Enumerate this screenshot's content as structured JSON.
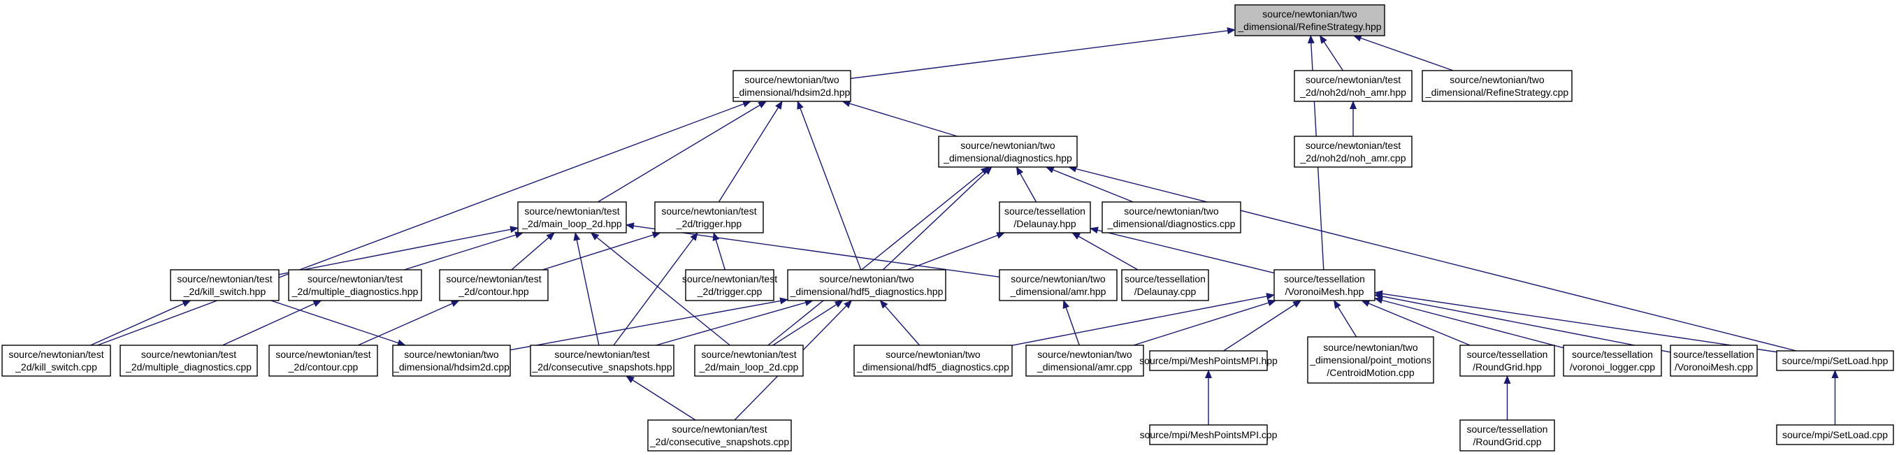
{
  "nodes": [
    {
      "id": "refinestrategy_hpp",
      "lines": [
        "source/newtonian/two",
        "_dimensional/RefineStrategy.hpp"
      ],
      "root": true
    },
    {
      "id": "hdsim2d_hpp",
      "lines": [
        "source/newtonian/two",
        "_dimensional/hdsim2d.hpp"
      ]
    },
    {
      "id": "noh_amr_hpp",
      "lines": [
        "source/newtonian/test",
        "_2d/noh2d/noh_amr.hpp"
      ]
    },
    {
      "id": "refinestrategy_cpp",
      "lines": [
        "source/newtonian/two",
        "_dimensional/RefineStrategy.cpp"
      ]
    },
    {
      "id": "noh_amr_cpp",
      "lines": [
        "source/newtonian/test",
        "_2d/noh2d/noh_amr.cpp"
      ]
    },
    {
      "id": "diagnostics_hpp",
      "lines": [
        "source/newtonian/two",
        "_dimensional/diagnostics.hpp"
      ]
    },
    {
      "id": "main_loop_2d_hpp",
      "lines": [
        "source/newtonian/test",
        "_2d/main_loop_2d.hpp"
      ]
    },
    {
      "id": "trigger_hpp",
      "lines": [
        "source/newtonian/test",
        "_2d/trigger.hpp"
      ]
    },
    {
      "id": "delaunay_hpp",
      "lines": [
        "source/tessellation",
        "/Delaunay.hpp"
      ]
    },
    {
      "id": "diagnostics_cpp",
      "lines": [
        "source/newtonian/two",
        "_dimensional/diagnostics.cpp"
      ]
    },
    {
      "id": "kill_switch_hpp",
      "lines": [
        "source/newtonian/test",
        "_2d/kill_switch.hpp"
      ]
    },
    {
      "id": "multiple_diagnostics_hpp",
      "lines": [
        "source/newtonian/test",
        "_2d/multiple_diagnostics.hpp"
      ]
    },
    {
      "id": "contour_hpp",
      "lines": [
        "source/newtonian/test",
        "_2d/contour.hpp"
      ]
    },
    {
      "id": "trigger_cpp",
      "lines": [
        "source/newtonian/test",
        "_2d/trigger.cpp"
      ]
    },
    {
      "id": "hdf5_diagnostics_hpp",
      "lines": [
        "source/newtonian/two",
        "_dimensional/hdf5_diagnostics.hpp"
      ]
    },
    {
      "id": "amr_hpp",
      "lines": [
        "source/newtonian/two",
        "_dimensional/amr.hpp"
      ]
    },
    {
      "id": "delaunay_cpp",
      "lines": [
        "source/tessellation",
        "/Delaunay.cpp"
      ]
    },
    {
      "id": "voronoimesh_hpp",
      "lines": [
        "source/tessellation",
        "/VoronoiMesh.hpp"
      ]
    },
    {
      "id": "kill_switch_cpp",
      "lines": [
        "source/newtonian/test",
        "_2d/kill_switch.cpp"
      ]
    },
    {
      "id": "multiple_diagnostics_cpp",
      "lines": [
        "source/newtonian/test",
        "_2d/multiple_diagnostics.cpp"
      ]
    },
    {
      "id": "contour_cpp",
      "lines": [
        "source/newtonian/test",
        "_2d/contour.cpp"
      ]
    },
    {
      "id": "hdsim2d_cpp",
      "lines": [
        "source/newtonian/two",
        "_dimensional/hdsim2d.cpp"
      ]
    },
    {
      "id": "consecutive_snapshots_hpp",
      "lines": [
        "source/newtonian/test",
        "_2d/consecutive_snapshots.hpp"
      ]
    },
    {
      "id": "main_loop_2d_cpp",
      "lines": [
        "source/newtonian/test",
        "_2d/main_loop_2d.cpp"
      ]
    },
    {
      "id": "hdf5_diagnostics_cpp",
      "lines": [
        "source/newtonian/two",
        "_dimensional/hdf5_diagnostics.cpp"
      ]
    },
    {
      "id": "amr_cpp",
      "lines": [
        "source/newtonian/two",
        "_dimensional/amr.cpp"
      ]
    },
    {
      "id": "meshpointsmpi_hpp",
      "lines": [
        "source/mpi/MeshPointsMPI.hpp"
      ]
    },
    {
      "id": "centroidmotion_cpp",
      "lines": [
        "source/newtonian/two",
        "_dimensional/point_motions",
        "/CentroidMotion.cpp"
      ]
    },
    {
      "id": "roundgrid_hpp",
      "lines": [
        "source/tessellation",
        "/RoundGrid.hpp"
      ]
    },
    {
      "id": "voronoi_logger_cpp",
      "lines": [
        "source/tessellation",
        "/voronoi_logger.cpp"
      ]
    },
    {
      "id": "voronoimesh_cpp",
      "lines": [
        "source/tessellation",
        "/VoronoiMesh.cpp"
      ]
    },
    {
      "id": "setload_hpp",
      "lines": [
        "source/mpi/SetLoad.hpp"
      ]
    },
    {
      "id": "consecutive_snapshots_cpp",
      "lines": [
        "source/newtonian/test",
        "_2d/consecutive_snapshots.cpp"
      ]
    },
    {
      "id": "meshpointsmpi_cpp",
      "lines": [
        "source/mpi/MeshPointsMPI.cpp"
      ]
    },
    {
      "id": "roundgrid_cpp",
      "lines": [
        "source/tessellation",
        "/RoundGrid.cpp"
      ]
    },
    {
      "id": "setload_cpp",
      "lines": [
        "source/mpi/SetLoad.cpp"
      ]
    }
  ],
  "edges": [
    [
      "refinestrategy_hpp",
      "hdsim2d_hpp"
    ],
    [
      "refinestrategy_hpp",
      "noh_amr_hpp"
    ],
    [
      "refinestrategy_hpp",
      "refinestrategy_cpp"
    ],
    [
      "refinestrategy_hpp",
      "voronoimesh_hpp"
    ],
    [
      "noh_amr_hpp",
      "noh_amr_cpp"
    ],
    [
      "hdsim2d_hpp",
      "diagnostics_hpp"
    ],
    [
      "hdsim2d_hpp",
      "main_loop_2d_hpp"
    ],
    [
      "hdsim2d_hpp",
      "trigger_hpp"
    ],
    [
      "hdsim2d_hpp",
      "hdf5_diagnostics_hpp"
    ],
    [
      "hdsim2d_hpp",
      "kill_switch_cpp"
    ],
    [
      "diagnostics_hpp",
      "delaunay_hpp"
    ],
    [
      "diagnostics_hpp",
      "diagnostics_cpp"
    ],
    [
      "diagnostics_hpp",
      "hdf5_diagnostics_hpp"
    ],
    [
      "diagnostics_hpp",
      "main_loop_2d_cpp"
    ],
    [
      "diagnostics_hpp",
      "setload_hpp"
    ],
    [
      "main_loop_2d_hpp",
      "kill_switch_hpp"
    ],
    [
      "main_loop_2d_hpp",
      "multiple_diagnostics_hpp"
    ],
    [
      "main_loop_2d_hpp",
      "contour_hpp"
    ],
    [
      "main_loop_2d_hpp",
      "consecutive_snapshots_hpp"
    ],
    [
      "main_loop_2d_hpp",
      "main_loop_2d_cpp"
    ],
    [
      "main_loop_2d_hpp",
      "amr_hpp"
    ],
    [
      "trigger_hpp",
      "contour_hpp"
    ],
    [
      "trigger_hpp",
      "trigger_cpp"
    ],
    [
      "trigger_hpp",
      "consecutive_snapshots_hpp"
    ],
    [
      "delaunay_hpp",
      "hdf5_diagnostics_hpp"
    ],
    [
      "delaunay_hpp",
      "delaunay_cpp"
    ],
    [
      "delaunay_hpp",
      "voronoimesh_hpp"
    ],
    [
      "kill_switch_hpp",
      "kill_switch_cpp"
    ],
    [
      "multiple_diagnostics_hpp",
      "multiple_diagnostics_cpp"
    ],
    [
      "contour_hpp",
      "contour_cpp"
    ],
    [
      "hdf5_diagnostics_hpp",
      "hdsim2d_cpp"
    ],
    [
      "hdf5_diagnostics_hpp",
      "consecutive_snapshots_hpp"
    ],
    [
      "hdf5_diagnostics_hpp",
      "main_loop_2d_cpp"
    ],
    [
      "hdf5_diagnostics_hpp",
      "hdf5_diagnostics_cpp"
    ],
    [
      "hdf5_diagnostics_hpp",
      "consecutive_snapshots_cpp"
    ],
    [
      "amr_hpp",
      "amr_cpp"
    ],
    [
      "voronoimesh_hpp",
      "hdf5_diagnostics_cpp"
    ],
    [
      "voronoimesh_hpp",
      "amr_cpp"
    ],
    [
      "voronoimesh_hpp",
      "meshpointsmpi_hpp"
    ],
    [
      "voronoimesh_hpp",
      "centroidmotion_cpp"
    ],
    [
      "voronoimesh_hpp",
      "roundgrid_hpp"
    ],
    [
      "voronoimesh_hpp",
      "voronoi_logger_cpp"
    ],
    [
      "voronoimesh_hpp",
      "voronoimesh_cpp"
    ],
    [
      "voronoimesh_hpp",
      "setload_hpp"
    ],
    [
      "consecutive_snapshots_hpp",
      "consecutive_snapshots_cpp"
    ],
    [
      "meshpointsmpi_hpp",
      "meshpointsmpi_cpp"
    ],
    [
      "roundgrid_hpp",
      "roundgrid_cpp"
    ],
    [
      "setload_hpp",
      "setload_cpp"
    ],
    [
      "hdsim2d_cpp",
      "kill_switch_hpp"
    ]
  ],
  "colors": {
    "edge": "#191970",
    "root_fill": "#bfbfbf",
    "node_fill": "#ffffff",
    "node_border": "#000000"
  }
}
